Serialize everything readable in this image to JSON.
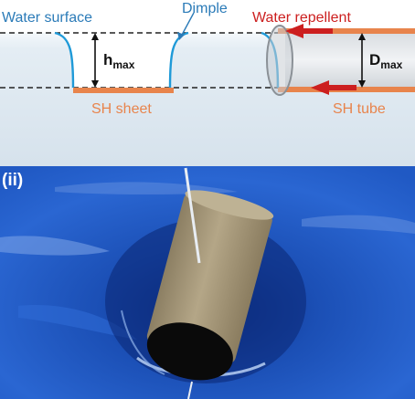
{
  "top_panel": {
    "labels": {
      "water_surface": "Water surface",
      "dimple": "Dimple",
      "water_repellent": "Water repellent",
      "h_main": "h",
      "h_sub": "max",
      "d_main": "D",
      "d_sub": "max",
      "sh_sheet": "SH sheet",
      "sh_tube": "SH tube"
    }
  },
  "bottom_panel": {
    "panel_label": "(ii)"
  },
  "colors": {
    "water_top": "#ffffff",
    "water_bottom": "#dbe6ef",
    "label_blue": "#2b7bb8",
    "meniscus_blue": "#1f9ad8",
    "sh_orange": "#e8844c",
    "arrow_red": "#cc1f1f",
    "photo_blue": "#1f5cc8",
    "tube_sand": "#a89a7c"
  }
}
